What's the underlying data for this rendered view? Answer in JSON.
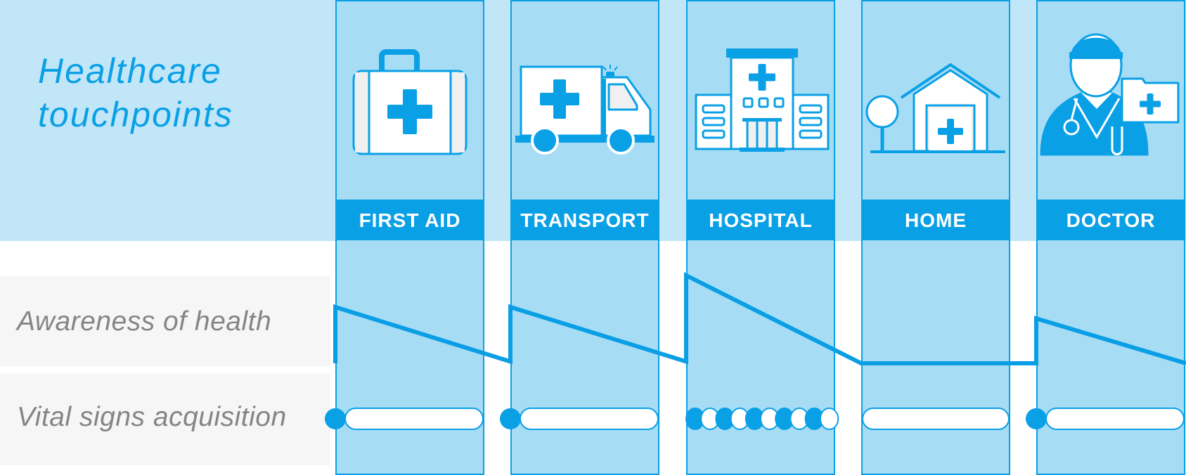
{
  "title": "Healthcare\ntouchpoints",
  "rows": {
    "awareness": "Awareness of health",
    "vitals": "Vital signs acquisition"
  },
  "touchpoints": [
    {
      "label": "FIRST AID",
      "icon": "first-aid-kit-icon"
    },
    {
      "label": "TRANSPORT",
      "icon": "ambulance-icon"
    },
    {
      "label": "HOSPITAL",
      "icon": "hospital-building-icon"
    },
    {
      "label": "HOME",
      "icon": "home-icon"
    },
    {
      "label": "DOCTOR",
      "icon": "doctor-icon"
    }
  ],
  "awareness_levels": [
    {
      "start": 0.64,
      "end": 0.02
    },
    {
      "start": 0.64,
      "end": 0.02
    },
    {
      "start": 1.0,
      "end": 0.0
    },
    {
      "start": 0.0,
      "end": 0.0
    },
    {
      "start": 0.51,
      "end": 0.0
    }
  ],
  "vital_signs": [
    {
      "measurements": 1
    },
    {
      "measurements": 1
    },
    {
      "measurements": 5
    },
    {
      "measurements": 0
    },
    {
      "measurements": 1
    }
  ],
  "colors": {
    "accent": "#0aa0e6",
    "column_fill": "#a7dcf5",
    "header_band": "#c1e6f8",
    "row_band": "#f6f6f6",
    "line": "#0a9ee4",
    "label_text": "#858585",
    "icon_bg": "#f0f0f0"
  }
}
